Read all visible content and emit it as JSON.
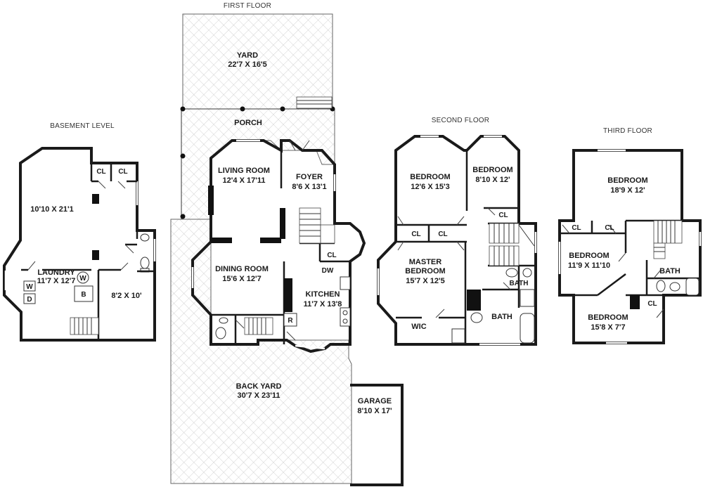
{
  "titles": {
    "basement": "BASEMENT LEVEL",
    "first": "FIRST FLOOR",
    "second": "SECOND FLOOR",
    "third": "THIRD FLOOR"
  },
  "basement": {
    "cl1": "CL",
    "cl2": "CL",
    "main_room_dims": "10'10 X 21'1",
    "laundry_name": "LAUNDRY",
    "laundry_dims": "11'7 X 12'7",
    "small_room_dims": "8'2 X 10'",
    "washer_label": "W",
    "dryer_label": "D",
    "washer_circle_label": "W",
    "boiler_label": "B"
  },
  "first": {
    "yard_name": "YARD",
    "yard_dims": "22'7 X 16'5",
    "porch": "PORCH",
    "living_name": "LIVING ROOM",
    "living_dims": "12'4 X 17'11",
    "foyer_name": "FOYER",
    "foyer_dims": "8'6 X 13'1",
    "dining_name": "DINING ROOM",
    "dining_dims": "15'6 X 12'7",
    "cl": "CL",
    "dw": "DW",
    "kitchen_name": "KITCHEN",
    "kitchen_dims": "11'7 X 13'8",
    "fridge": "R",
    "backyard_name": "BACK YARD",
    "backyard_dims": "30'7 X 23'11",
    "garage_name": "GARAGE",
    "garage_dims": "8'10 X 17'"
  },
  "second": {
    "bed1_name": "BEDROOM",
    "bed1_dims": "12'6 X 15'3",
    "bed2_name": "BEDROOM",
    "bed2_dims": "8'10 X 12'",
    "cl_a": "CL",
    "cl_b": "CL",
    "cl_c": "CL",
    "master_name1": "MASTER",
    "master_name2": "BEDROOM",
    "master_dims": "15'7 X 12'5",
    "wic": "WIC",
    "bath1": "BATH",
    "bath2": "BATH"
  },
  "third": {
    "bed1_name": "BEDROOM",
    "bed1_dims": "18'9 X 12'",
    "cl_a": "CL",
    "cl_b": "CL",
    "bed2_name": "BEDROOM",
    "bed2_dims": "11'9 X 11'10",
    "bath": "BATH",
    "cl_c": "CL",
    "bed3_name": "BEDROOM",
    "bed3_dims": "15'8 X 7'7"
  }
}
